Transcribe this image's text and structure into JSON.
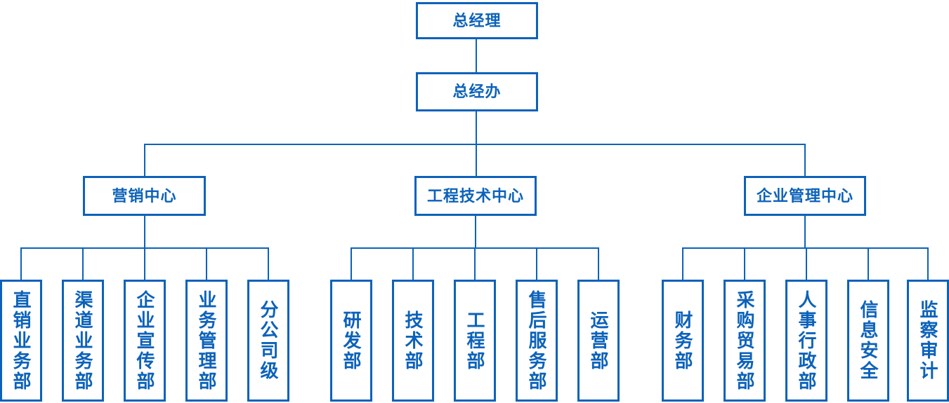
{
  "colors": {
    "accent": "#0c62ba",
    "background": "#ffffff",
    "box_fill": "#ffffff"
  },
  "org_chart": {
    "root": {
      "label": "总经理"
    },
    "office": {
      "label": "总经办"
    },
    "centers": [
      {
        "label": "营销中心",
        "departments": [
          "直销业务部",
          "渠道业务部",
          "企业宣传部",
          "业务管理部",
          "分公司级"
        ]
      },
      {
        "label": "工程技术中心",
        "departments": [
          "研发部",
          "技术部",
          "工程部",
          "售后服务部",
          "运营部"
        ]
      },
      {
        "label": "企业管理中心",
        "departments": [
          "财务部",
          "采购贸易部",
          "人事行政部",
          "信息安全",
          "监察审计"
        ]
      }
    ]
  }
}
